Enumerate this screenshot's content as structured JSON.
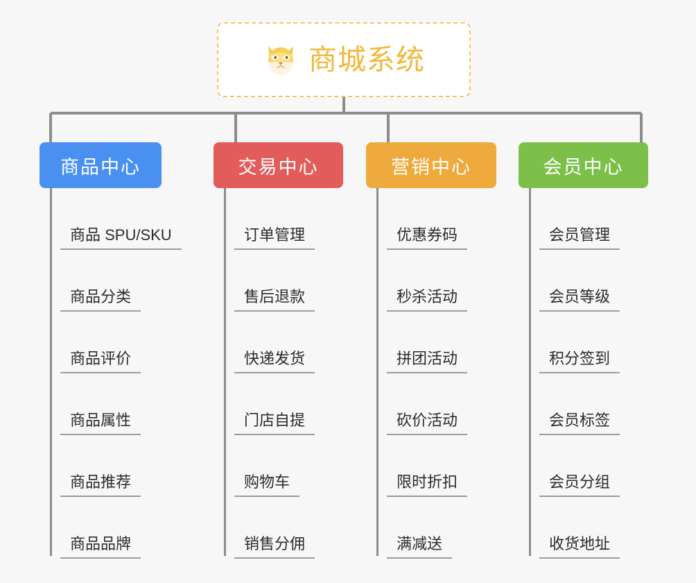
{
  "canvas": {
    "background": "#f7f7f7",
    "connector_color": "#8c8c8c"
  },
  "root": {
    "title": "商城系统",
    "icon": "shiba-dog-face-icon",
    "text_color": "#efb93c",
    "border_color": "#f5c462",
    "background": "#ffffff"
  },
  "branches": [
    {
      "title": "商品中心",
      "color": "#4a90f0",
      "width": 176,
      "leaves": [
        "商品 SPU/SKU",
        "商品分类",
        "商品评价",
        "商品属性",
        "商品推荐",
        "商品品牌"
      ]
    },
    {
      "title": "交易中心",
      "color": "#e25c5c",
      "width": 187,
      "leaves": [
        "订单管理",
        "售后退款",
        "快递发货",
        "门店自提",
        "购物车",
        "销售分佣"
      ]
    },
    {
      "title": "营销中心",
      "color": "#eeaa3c",
      "width": 188,
      "leaves": [
        "优惠券码",
        "秒杀活动",
        "拼团活动",
        "砍价活动",
        "限时折扣",
        "满减送"
      ]
    },
    {
      "title": "会员中心",
      "color": "#7cc04a",
      "width": 187,
      "leaves": [
        "会员管理",
        "会员等级",
        "积分签到",
        "会员标签",
        "会员分组",
        "收货地址"
      ]
    }
  ]
}
